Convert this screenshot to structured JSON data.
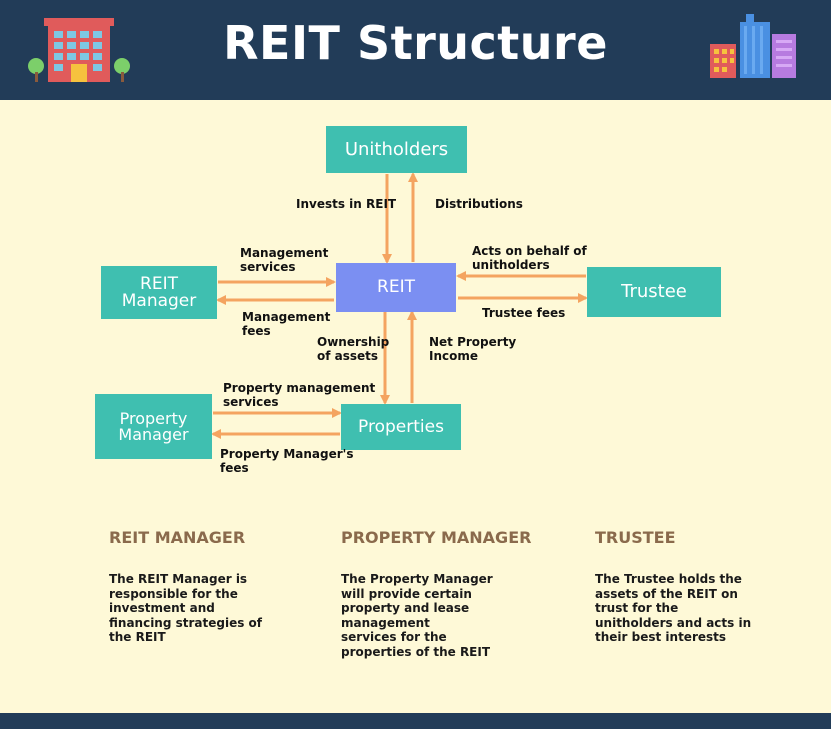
{
  "header": {
    "title": "REIT Structure"
  },
  "icons": {
    "left": "hotel-building-icon",
    "right": "city-skyscrapers-icon"
  },
  "colors": {
    "header": "#223c58",
    "background": "#fef9d7",
    "teal_box": "#3fbfb0",
    "reit_box": "#7b8ff2",
    "arrow": "#f4a460",
    "section_title": "#8a6a4c"
  },
  "nodes": {
    "unitholders": "Unitholders",
    "reit": "REIT",
    "reit_manager": "REIT\nManager",
    "trustee": "Trustee",
    "property_manager": "Property\nManager",
    "properties": "Properties"
  },
  "edges": {
    "invests": "Invests in REIT",
    "distributions": "Distributions",
    "mgmt_services": "Management\nservices",
    "mgmt_fees": "Management\nfees",
    "acts_on_behalf": "Acts on behalf of\nunitholders",
    "trustee_fees": "Trustee fees",
    "ownership": "Ownership\nof assets",
    "net_income": "Net Property\nIncome",
    "pm_services": "Property management\nservices",
    "pm_fees": "Property Manager's\nfees"
  },
  "sections": [
    {
      "title": "REIT MANAGER",
      "text": "The REIT Manager  is\nresponsible for the\ninvestment and\nfinancing strategies of\nthe REIT"
    },
    {
      "title": "PROPERTY MANAGER",
      "text": "The Property Manager\nwill provide certain\nproperty and lease\nmanagement\nservices for the\nproperties of the REIT"
    },
    {
      "title": "TRUSTEE",
      "text": "The Trustee holds the\nassets of the REIT on\ntrust for the\nunitholders and acts in\ntheir best interests"
    }
  ]
}
